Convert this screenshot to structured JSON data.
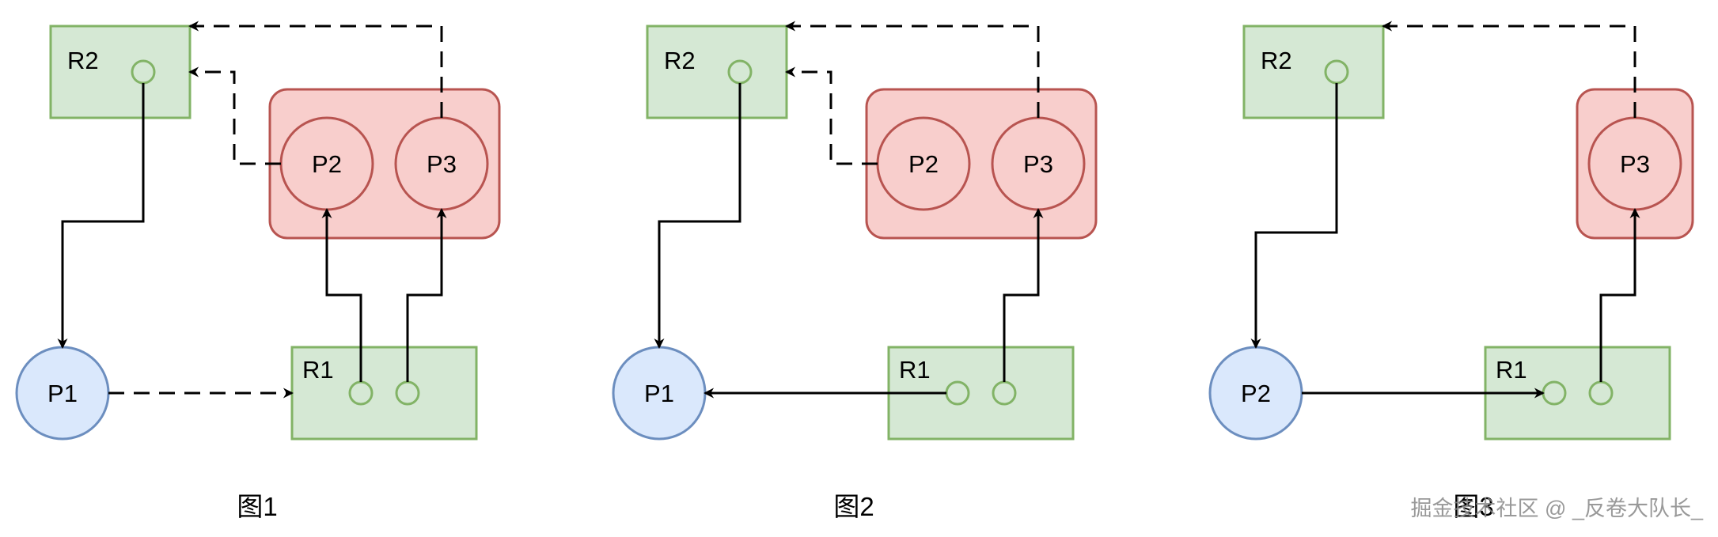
{
  "colors": {
    "resource_fill": "#d5e8d4",
    "resource_stroke": "#82b366",
    "process_blue_fill": "#dae8fc",
    "process_blue_stroke": "#6c8ebf",
    "process_red_fill": "#f8cecc",
    "process_red_stroke": "#b85450",
    "arrow": "#000000"
  },
  "figures": [
    {
      "caption": "图1",
      "nodes": {
        "r2": "R2",
        "r1": "R1",
        "p1": "P1",
        "p2": "P2",
        "p3": "P3"
      }
    },
    {
      "caption": "图2",
      "nodes": {
        "r2": "R2",
        "r1": "R1",
        "p1": "P1",
        "p2": "P2",
        "p3": "P3"
      }
    },
    {
      "caption": "图3",
      "nodes": {
        "r2": "R2",
        "r1": "R1",
        "p2": "P2",
        "p3": "P3"
      }
    }
  ],
  "watermark": "掘金技术社区 @ _反卷大队长_"
}
